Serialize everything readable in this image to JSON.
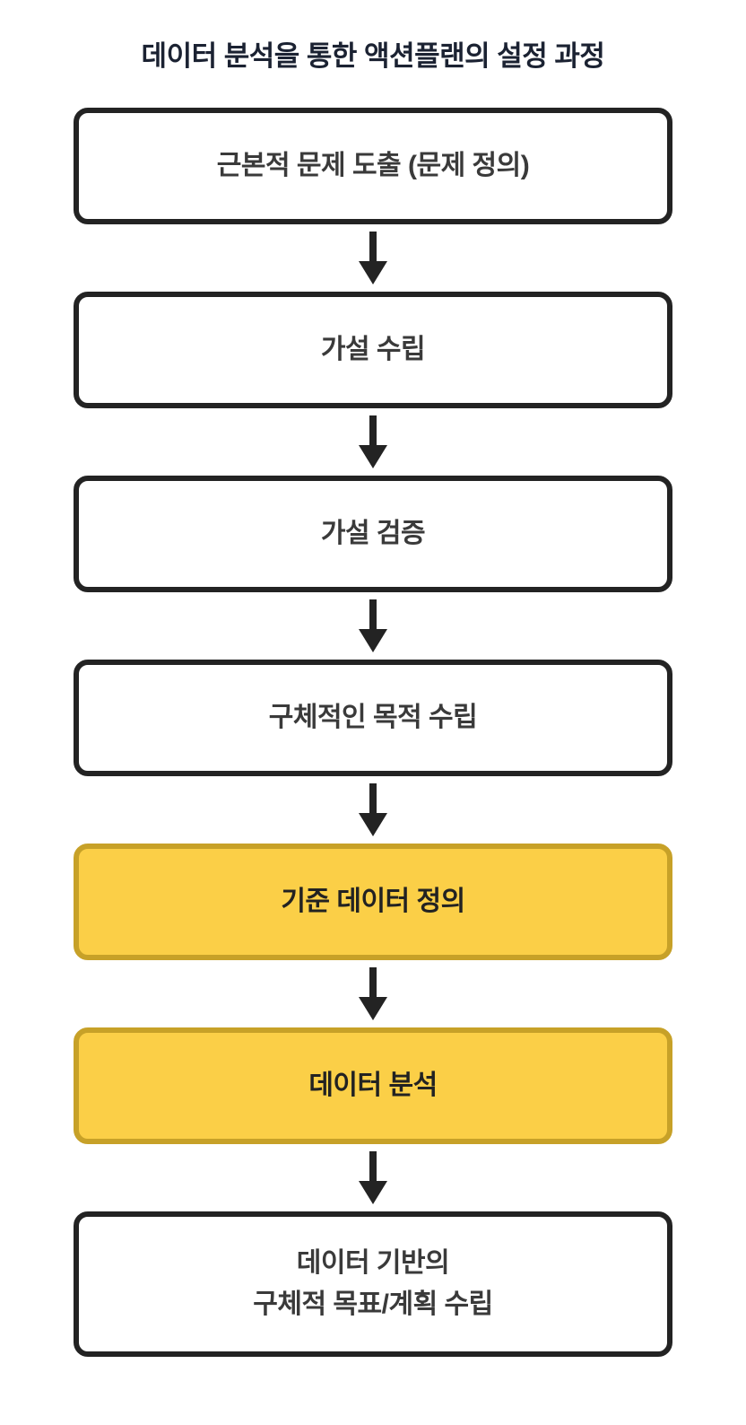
{
  "title": "데이터 분석을 통한 액션플랜의 설정 과정",
  "steps": [
    {
      "lines": [
        "근본적 문제 도출 (문제 정의)"
      ],
      "highlighted": false
    },
    {
      "lines": [
        "가설 수립"
      ],
      "highlighted": false
    },
    {
      "lines": [
        "가설 검증"
      ],
      "highlighted": false
    },
    {
      "lines": [
        "구체적인 목적 수립"
      ],
      "highlighted": false
    },
    {
      "lines": [
        "기준 데이터 정의"
      ],
      "highlighted": true
    },
    {
      "lines": [
        "데이터 분석"
      ],
      "highlighted": true
    },
    {
      "lines": [
        "데이터 기반의",
        "구체적 목표/계획 수립"
      ],
      "highlighted": false
    }
  ],
  "colors": {
    "page_background": "#ffffff",
    "title_text": "#1b2232",
    "box_border": "#232323",
    "box_background": "#ffffff",
    "box_text": "#3a3a3a",
    "highlight_background": "#fbcf47",
    "highlight_border": "#c7a128",
    "highlight_text": "#222222",
    "arrow": "#232323"
  }
}
